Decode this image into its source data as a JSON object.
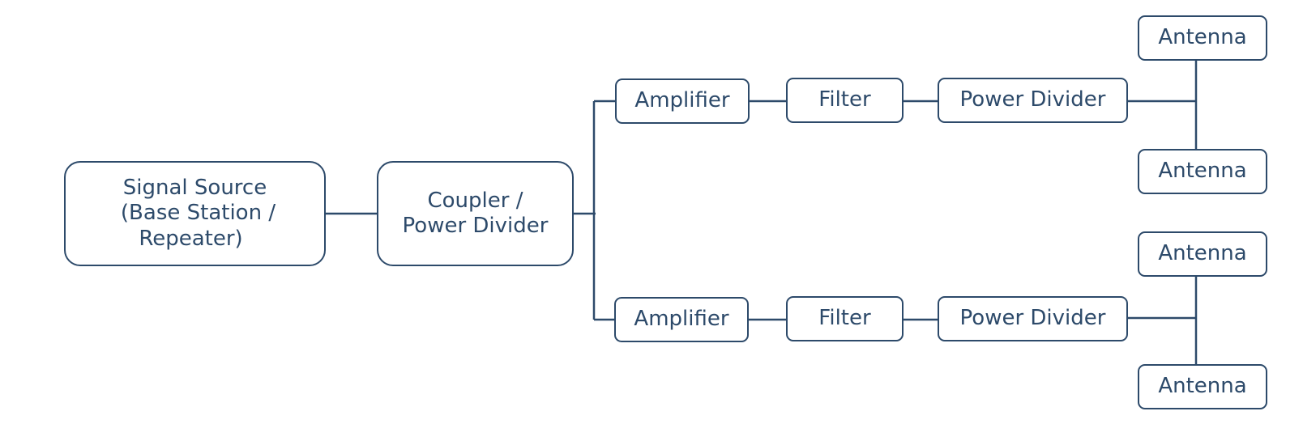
{
  "colors": {
    "stroke": "#2d4a6a",
    "text": "#2d4a6a",
    "background": "#ffffff"
  },
  "source": {
    "line1": "Signal Source",
    "line2": "(Base Station /",
    "line3": "Repeater)"
  },
  "coupler": {
    "line1": "Coupler /",
    "line2": "Power Divider"
  },
  "branches": [
    {
      "amplifier": "Amplifier",
      "filter": "Filter",
      "divider": "Power Divider",
      "antennas": [
        "Antenna",
        "Antenna"
      ]
    },
    {
      "amplifier": "Amplifier",
      "filter": "Filter",
      "divider": "Power Divider",
      "antennas": [
        "Antenna",
        "Antenna"
      ]
    }
  ]
}
